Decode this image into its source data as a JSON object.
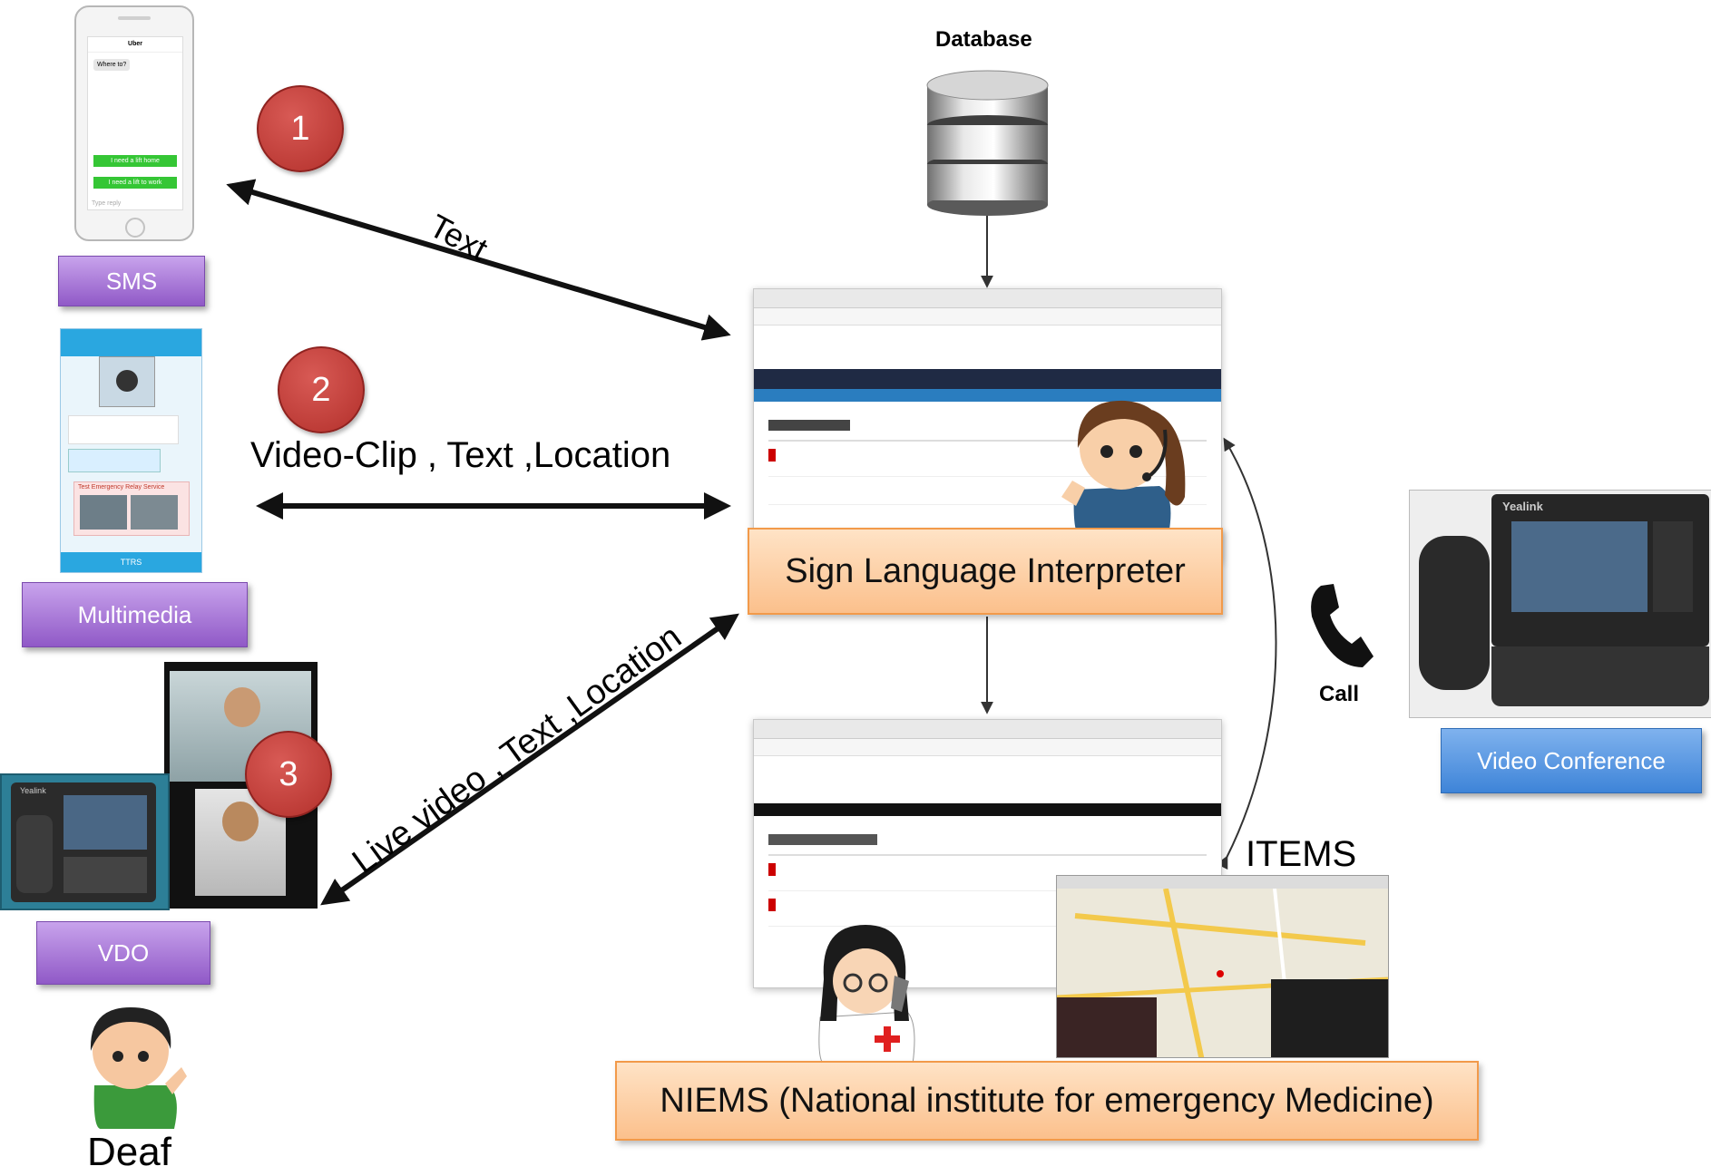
{
  "database_label": "Database",
  "call_label": "Call",
  "items_label": "ITEMS",
  "deaf_label": "Deaf",
  "channels": {
    "sms": "SMS",
    "multimedia": "Multimedia",
    "vdo": "VDO",
    "video_conference": "Video Conference"
  },
  "steps": [
    "1",
    "2",
    "3"
  ],
  "edges": {
    "text": "Text",
    "multimedia": "Video-Clip , Text ,Location",
    "live": "Live video , Text ,Location"
  },
  "interpreter_box": "Sign Language Interpreter",
  "niems_box": "NIEMS (National institute for emergency Medicine)",
  "phone_mock": {
    "app_title": "Uber",
    "bubble": "Where to?",
    "option1": "I need a lift home",
    "option2": "I need a lift to work",
    "reply_placeholder": "Type reply"
  },
  "multimedia_mock": {
    "service_line": "Test Emergency Relay Service",
    "footer": "TTRS"
  },
  "videophone_brand": "Yealink",
  "colors": {
    "purple_box": "#9b6bd1",
    "blue_box": "#4a8fdf",
    "orange_box": "#fcd3ad",
    "step_circle": "#c0392b",
    "title_blue": "#2e75b6"
  }
}
